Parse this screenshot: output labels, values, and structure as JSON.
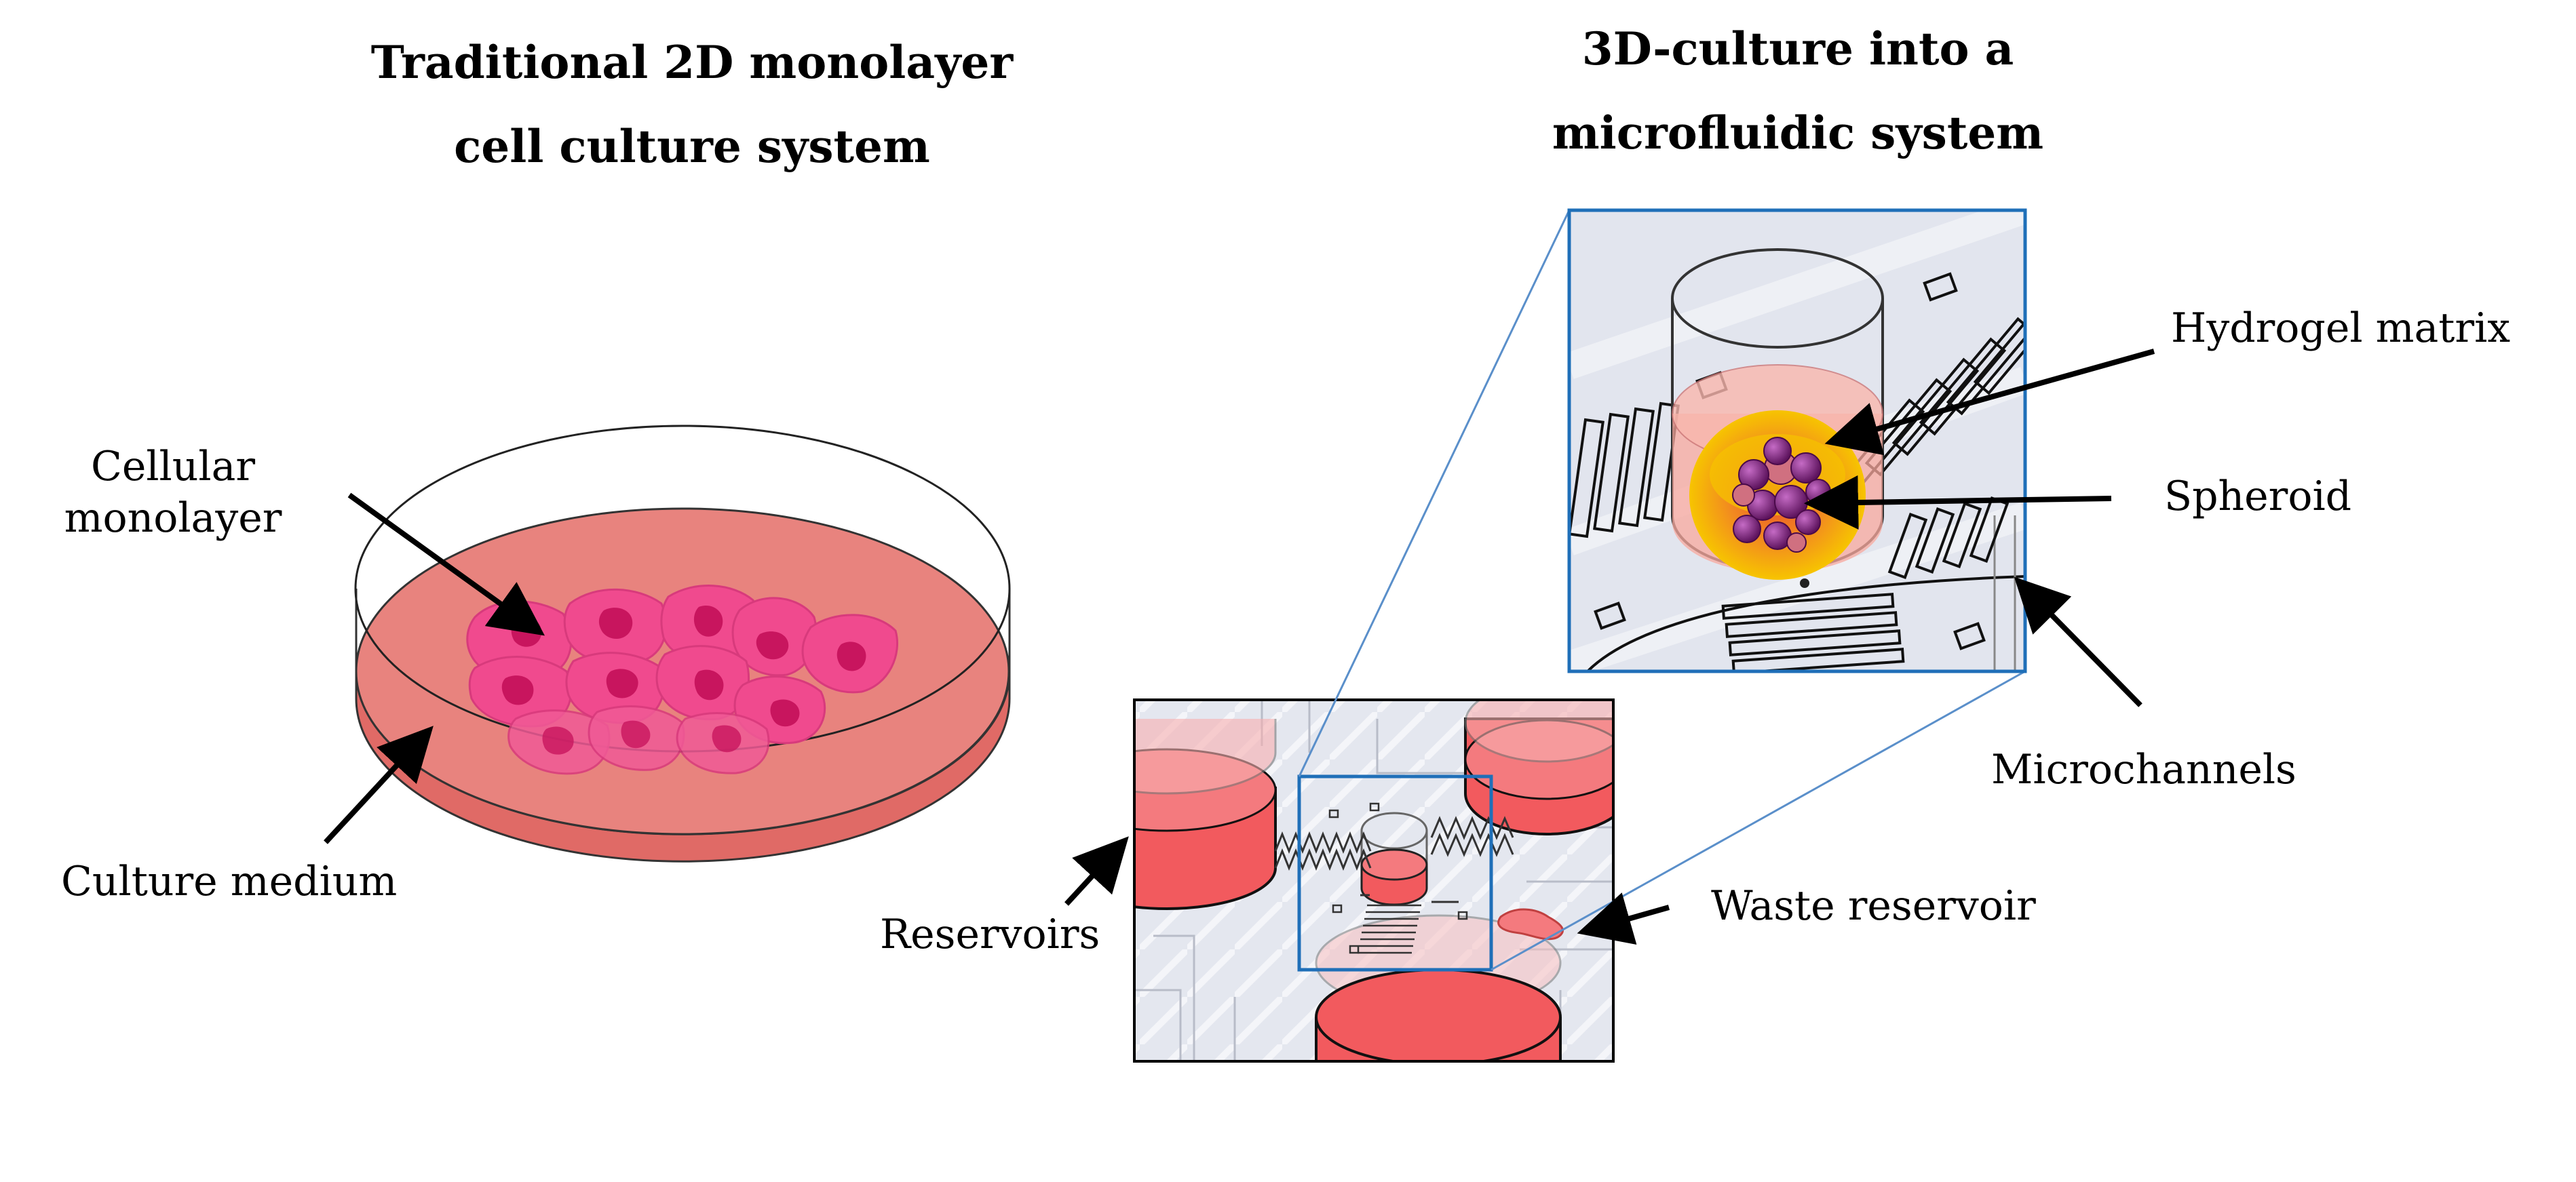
{
  "left_panel": {
    "title_line1": "Traditional 2D monolayer",
    "title_line2": "cell culture system",
    "labels": {
      "cellular_line1": "Cellular",
      "cellular_line2": "monolayer",
      "culture_medium": "Culture medium"
    }
  },
  "right_panel": {
    "title_line1": "3D-culture into a",
    "title_line2": "microfluidic system",
    "labels": {
      "hydrogel_matrix": "Hydrogel matrix",
      "spheroid": "Spheroid",
      "microchannels": "Microchannels",
      "reservoirs": "Reservoirs",
      "waste_reservoir": "Waste reservoir"
    }
  },
  "colors": {
    "medium": "#E8837E",
    "medium_edge": "#E06A66",
    "cell": "#F04A8E",
    "nucleus": "#C8155E",
    "reservoir": "#F25A5E",
    "hydrogel": "#F8A89E",
    "spheroid_glow": "#F5B800",
    "spheroid_cell": "#7A1F7A",
    "zoom_frame": "#1F6FB8",
    "chip_bg": "#E2E5EE"
  }
}
